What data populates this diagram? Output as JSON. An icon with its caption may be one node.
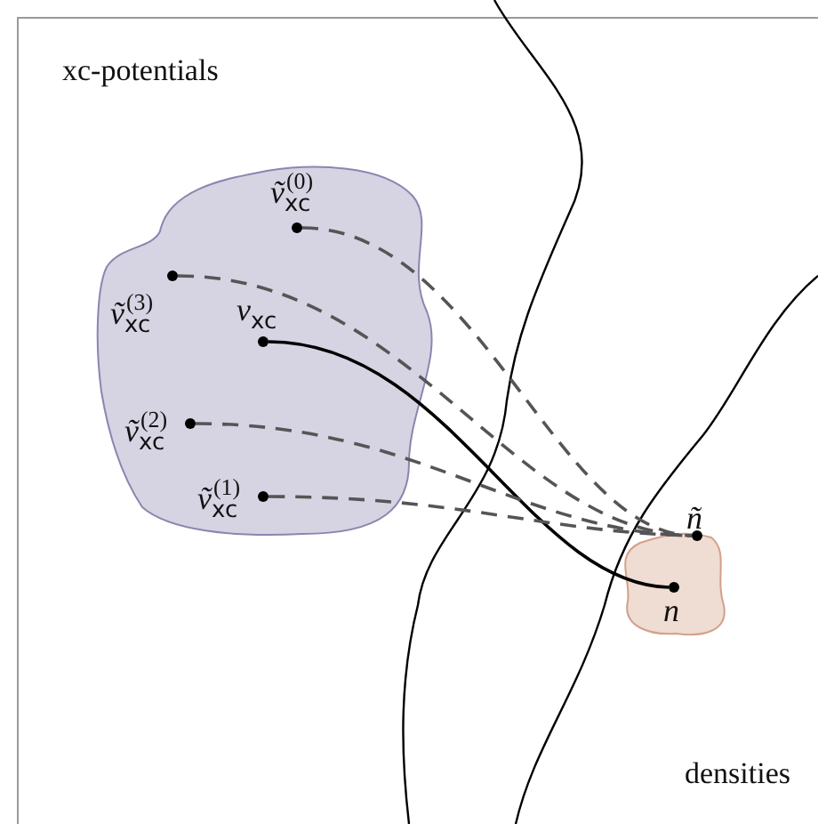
{
  "diagram": {
    "nodes": [
      {
        "text": [],
        "shape": "cloud"
      },
      {
        "text": [
          "*ṽ*$_{xc}$$^{(0)}$"
        ],
        "in": 0
      },
      {
        "text": [
          "*ṽ*$_{xc}$$^{(3)}$"
        ],
        "in": 0
      },
      {
        "text": [
          "*v*$_{xc}$"
        ],
        "in": 0
      },
      {
        "text": [
          "*ṽ*$_{xc}$$^{(2)}$"
        ],
        "in": 0
      },
      {
        "text": [
          "*ṽ*$_{xc}$$^{(1)}$"
        ],
        "in": 0
      },
      {
        "text": [],
        "shape": "cloud"
      },
      {
        "text": [
          "*ñ*"
        ]
      },
      {
        "text": [
          "*n*"
        ],
        "in": 6
      }
    ],
    "edges": [
      {
        "from": 1,
        "to": 7,
        "arrow": "none",
        "style": "dashed"
      },
      {
        "from": 2,
        "to": 7,
        "arrow": "none",
        "style": "dashed"
      },
      {
        "from": 3,
        "to": 8,
        "arrow": "none"
      },
      {
        "from": 4,
        "to": 7,
        "arrow": "none",
        "style": "dashed"
      },
      {
        "from": 5,
        "to": 7,
        "arrow": "none",
        "style": "dashed"
      }
    ],
    "labels": [
      "xc-potentials",
      "densities"
    ]
  }
}
